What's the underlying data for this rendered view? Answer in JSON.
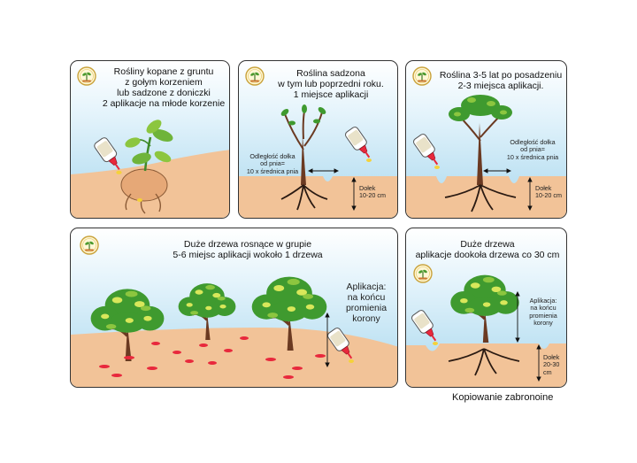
{
  "panels": [
    {
      "title": [
        "Rośliny kopane z gruntu",
        "z gołym korzeniem",
        "lub sadzone z doniczki",
        "2 aplikacje na młode korzenie"
      ]
    },
    {
      "title": [
        "Roślina sadzona",
        "w tym lub poprzedni roku.",
        "1 miejsce aplikacji"
      ],
      "distance": [
        "Odległość dołka",
        "od pnia=",
        "10 x średnica pnia"
      ],
      "hole": [
        "Dołek",
        "10-20 cm"
      ]
    },
    {
      "title": [
        "Roślina 3-5 lat po posadzeniu",
        "2-3 miejsca aplikacji."
      ],
      "distance": [
        "Odległość dołka",
        "od pnia=",
        "10 x średnica pnia"
      ],
      "hole": [
        "Dołek",
        "10-20 cm"
      ]
    },
    {
      "title": [
        "Duże drzewa rosnące w grupie",
        "5-6 miejsc aplikacji wokoło 1 drzewa"
      ],
      "application": [
        "Aplikacja:",
        "na końcu",
        "promienia korony"
      ]
    },
    {
      "title": [
        "Duże drzewa",
        "aplikacje dookoła drzewa co 30 cm"
      ],
      "application": [
        "Aplikacja:",
        "na końcu",
        "promienia korony"
      ],
      "hole": [
        "Dołek",
        "20-30 cm"
      ]
    }
  ],
  "footer": "Kopiowanie zabronoine",
  "colors": {
    "soil": "#f2c398",
    "soil_dark": "#e6a877",
    "leaf": "#3f9a2f",
    "leaf_light": "#8cc63f",
    "trunk": "#6b3a22",
    "root": "#2a1a12",
    "dot": "#e8283c",
    "sky": "#a9d8ee"
  },
  "icons": [
    "nursery-logo-icon",
    "product-bottle-icon",
    "plant-icon",
    "tree-icon",
    "dimension-arrow-icon"
  ]
}
